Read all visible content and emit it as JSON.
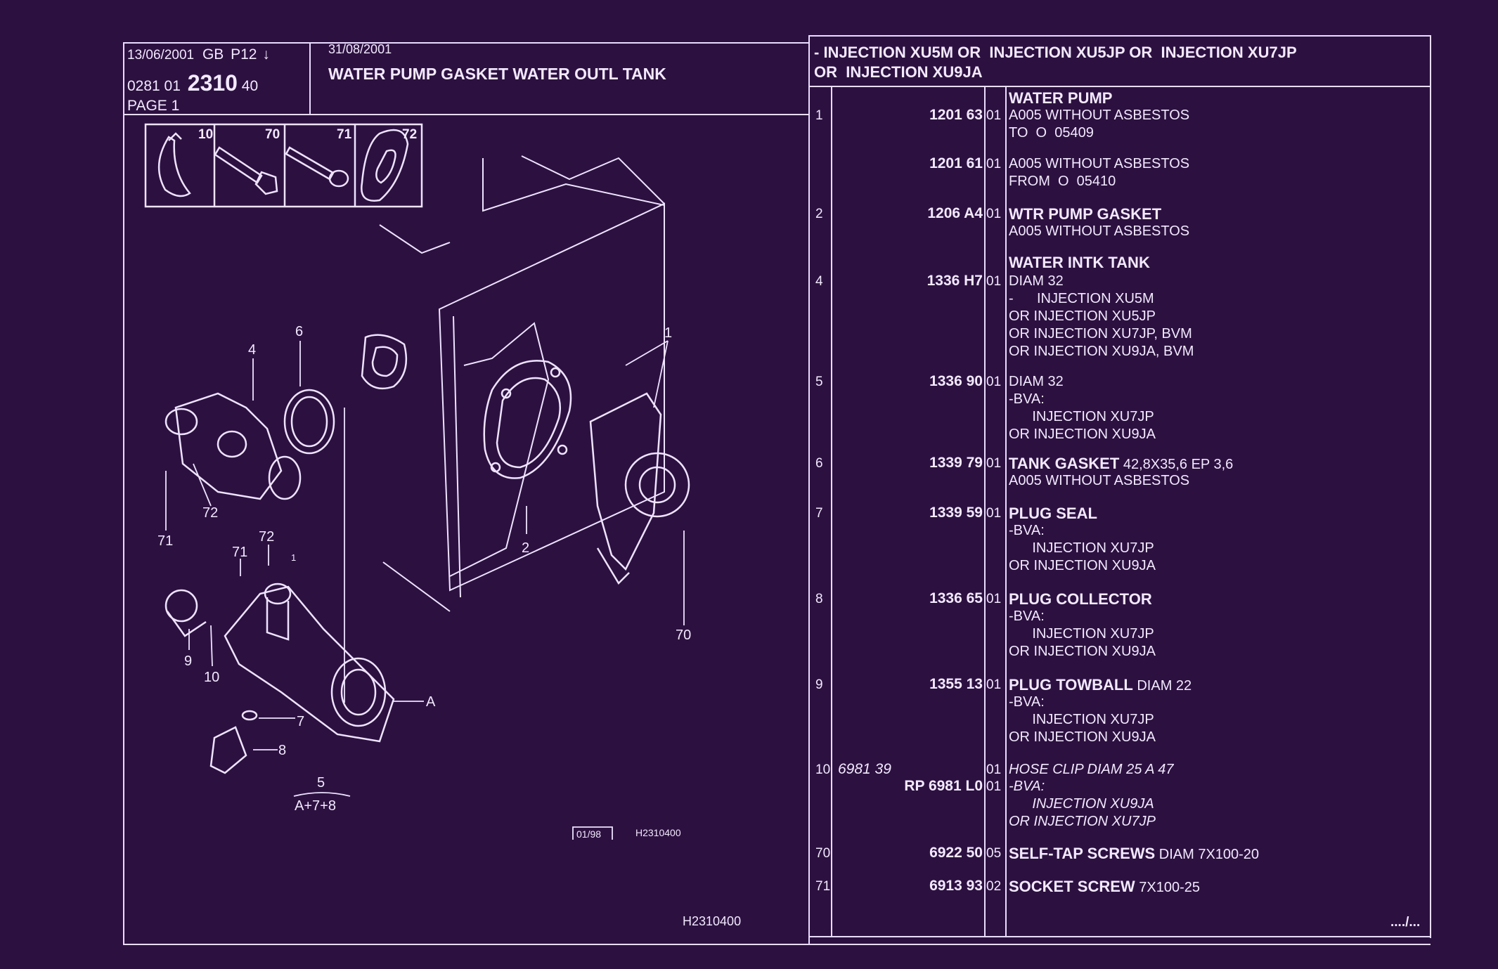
{
  "header": {
    "date_left": "13/06/2001",
    "lang": "GB",
    "page_code": "P12",
    "arrow": "↓",
    "code_prefix": "0281 01",
    "code_main": "2310",
    "code_suffix": "40",
    "page": "PAGE 1",
    "date_right": "31/08/2001",
    "title": "WATER PUMP GASKET WATER OUTL TANK",
    "applicability_line1": "- INJECTION XU5M OR  INJECTION XU5JP OR  INJECTION XU7JP",
    "applicability_line2": "OR  INJECTION XU9JA"
  },
  "thumbnails": [
    {
      "ref": "10",
      "icon": "hose-clip-icon"
    },
    {
      "ref": "70",
      "icon": "self-tap-screw-icon"
    },
    {
      "ref": "71",
      "icon": "socket-screw-icon"
    },
    {
      "ref": "72",
      "icon": "washer-icon"
    }
  ],
  "diagram": {
    "callouts": {
      "c1": "1",
      "c2": "2",
      "c4": "4",
      "c6": "6",
      "c72a": "72",
      "c71a": "71",
      "c72b": "72",
      "c71b": "71",
      "c1b": "1",
      "c9": "9",
      "c10": "10",
      "c7": "7",
      "c8": "8",
      "cA": "A",
      "c70": "70",
      "c5": "5",
      "assembly": "A+7+8"
    },
    "date_box": "01/98",
    "drawing_ref": "H2310400",
    "footer_ref": "H2310400"
  },
  "parts": [
    {
      "ref": "",
      "part": "",
      "qty": "",
      "lines": [
        [
          {
            "b": "WATER PUMP"
          }
        ]
      ]
    },
    {
      "ref": "1",
      "part": "1201 63",
      "qty": "01",
      "lines": [
        [
          {
            "t": "A005 WITHOUT ASBESTOS"
          }
        ],
        [
          {
            "t": "TO  O  05409"
          }
        ]
      ]
    },
    {
      "ref": "",
      "part": "1201 61",
      "qty": "01",
      "lines": [
        [
          {
            "t": "A005 WITHOUT ASBESTOS"
          }
        ],
        [
          {
            "t": "FROM  O  05410"
          }
        ]
      ]
    },
    {
      "ref": "2",
      "part": "1206 A4",
      "qty": "01",
      "lines": [
        [
          {
            "b": "WTR PUMP GASKET"
          }
        ],
        [
          {
            "t": "A005 WITHOUT ASBESTOS"
          }
        ]
      ]
    },
    {
      "ref": "",
      "part": "",
      "qty": "",
      "lines": [
        [
          {
            "b": "WATER INTK TANK"
          }
        ]
      ]
    },
    {
      "ref": "4",
      "part": "1336 H7",
      "qty": "01",
      "lines": [
        [
          {
            "t": "DIAM 32"
          }
        ],
        [
          {
            "t": "-      INJECTION XU5M"
          }
        ],
        [
          {
            "t": "OR INJECTION XU5JP"
          }
        ],
        [
          {
            "t": "OR INJECTION XU7JP, BVM"
          }
        ],
        [
          {
            "t": "OR INJECTION XU9JA, BVM"
          }
        ]
      ]
    },
    {
      "ref": "5",
      "part": "1336 90",
      "qty": "01",
      "lines": [
        [
          {
            "t": "DIAM 32"
          }
        ],
        [
          {
            "t": "-BVA:"
          }
        ],
        [
          {
            "t": "      INJECTION XU7JP"
          }
        ],
        [
          {
            "t": "OR INJECTION XU9JA"
          }
        ]
      ]
    },
    {
      "ref": "6",
      "part": "1339 79",
      "qty": "01",
      "lines": [
        [
          {
            "b": "TANK GASKET"
          },
          {
            "t": " 42,8X35,6 EP 3,6"
          }
        ],
        [
          {
            "t": "A005 WITHOUT ASBESTOS"
          }
        ]
      ]
    },
    {
      "ref": "7",
      "part": "1339 59",
      "qty": "01",
      "lines": [
        [
          {
            "b": "PLUG SEAL"
          }
        ],
        [
          {
            "t": "-BVA:"
          }
        ],
        [
          {
            "t": "      INJECTION XU7JP"
          }
        ],
        [
          {
            "t": "OR INJECTION XU9JA"
          }
        ]
      ]
    },
    {
      "ref": "8",
      "part": "1336 65",
      "qty": "01",
      "lines": [
        [
          {
            "b": "PLUG COLLECTOR"
          }
        ],
        [
          {
            "t": "-BVA:"
          }
        ],
        [
          {
            "t": "      INJECTION XU7JP"
          }
        ],
        [
          {
            "t": "OR INJECTION XU9JA"
          }
        ]
      ]
    },
    {
      "ref": "9",
      "part": "1355 13",
      "qty": "01",
      "lines": [
        [
          {
            "b": "PLUG TOWBALL"
          },
          {
            "t": " DIAM 22"
          }
        ],
        [
          {
            "t": "-BVA:"
          }
        ],
        [
          {
            "t": "      INJECTION XU7JP"
          }
        ],
        [
          {
            "t": "OR INJECTION XU9JA"
          }
        ]
      ]
    },
    {
      "ref": "10",
      "alt_part": "6981 39",
      "part": "",
      "qty": "01",
      "italic": true,
      "lines": [
        [
          {
            "t": "HOSE CLIP DIAM 25 A 47"
          }
        ]
      ]
    },
    {
      "ref": "",
      "part": "RP  6981 L0",
      "qty": "01",
      "italic": true,
      "lines": [
        [
          {
            "t": "-BVA:"
          }
        ],
        [
          {
            "t": "      INJECTION XU9JA"
          }
        ],
        [
          {
            "t": "OR INJECTION XU7JP"
          }
        ]
      ]
    },
    {
      "ref": "70",
      "part": "6922 50",
      "qty": "05",
      "lines": [
        [
          {
            "b": "SELF-TAP SCREWS"
          },
          {
            "t": " DIAM 7X100-20"
          }
        ]
      ]
    },
    {
      "ref": "71",
      "part": "6913 93",
      "qty": "02",
      "lines": [
        [
          {
            "b": "SOCKET SCREW"
          },
          {
            "t": " 7X100-25"
          }
        ]
      ]
    }
  ],
  "continuation": "..../..."
}
